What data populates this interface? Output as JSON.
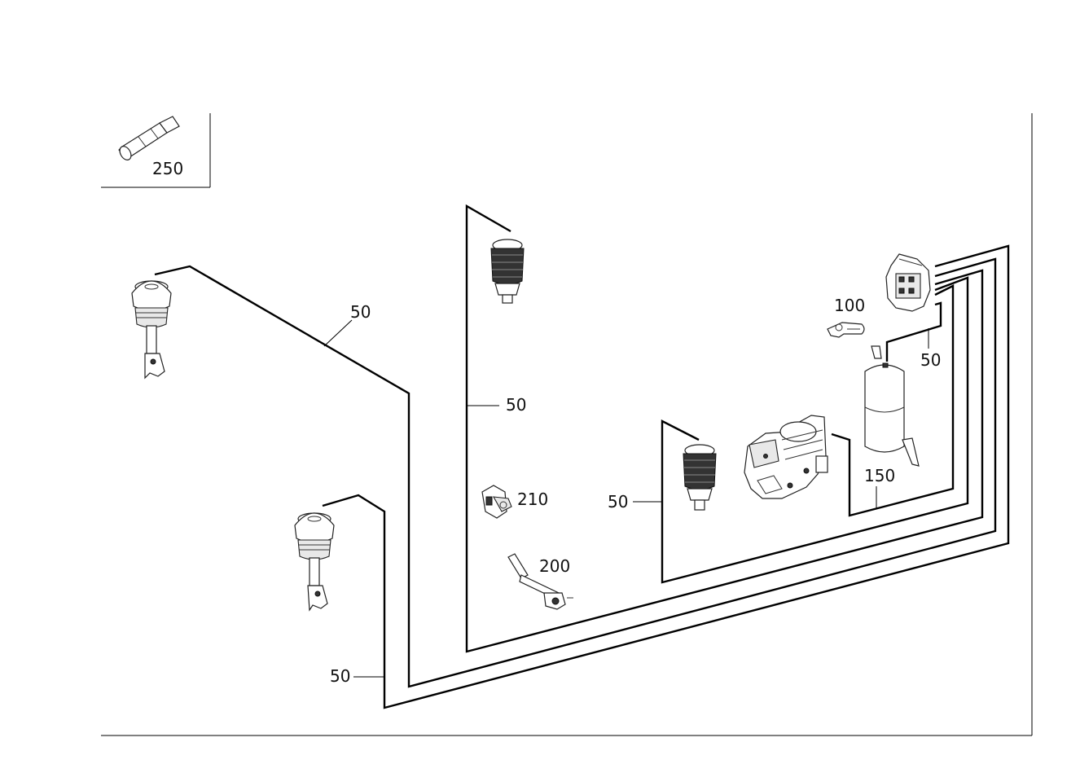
{
  "diagram": {
    "labels": {
      "front_left_strut_line": "50",
      "rear_left_bellow_line": "50",
      "front_right_strut_line": "50",
      "rear_right_bellow_line": "50",
      "valve_block_reservoir_line": "50",
      "valve_block": "100",
      "compressor_line": "150",
      "relay_bracket": "200",
      "connector": "210",
      "tool_adapter": "250"
    }
  }
}
